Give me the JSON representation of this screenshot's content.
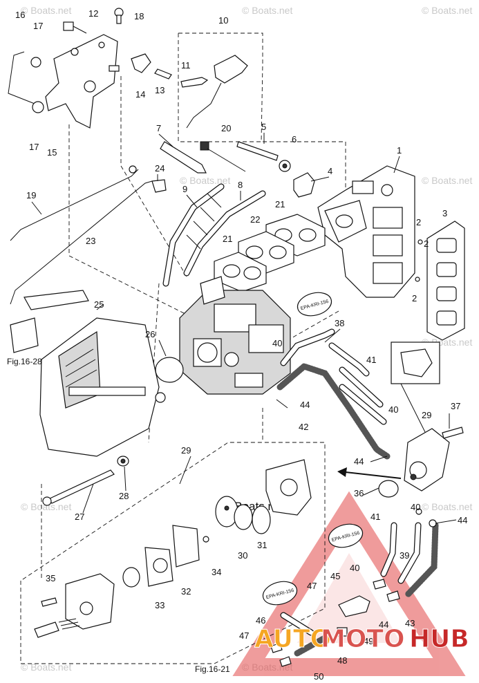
{
  "watermarks": [
    "© Boats.net",
    "© Boats.net",
    "© Boats.net",
    "© Boats.net",
    "© Boats.net",
    "© Boats.net",
    "© Boats.net",
    "© Boats.net",
    "© Boats.net",
    "© Boats.net"
  ],
  "center_watermark": "© Boats.net",
  "labels": [
    "1",
    "2",
    "2",
    "2",
    "3",
    "4",
    "5",
    "6",
    "7",
    "8",
    "9",
    "10",
    "11",
    "12",
    "13",
    "14",
    "15",
    "16",
    "17",
    "17",
    "18",
    "19",
    "20",
    "21",
    "21",
    "22",
    "23",
    "24",
    "25",
    "26",
    "27",
    "28",
    "29",
    "29",
    "30",
    "31",
    "32",
    "33",
    "34",
    "35",
    "36",
    "37",
    "38",
    "39",
    "40",
    "40",
    "40",
    "40",
    "41",
    "41",
    "42",
    "43",
    "44",
    "44",
    "44",
    "44",
    "45",
    "46",
    "47",
    "47",
    "48",
    "49",
    "50"
  ],
  "fig_refs": [
    "Fig.16-28",
    "Fig.16-21"
  ],
  "epa_tags": [
    "EPA-KRI-156",
    "EPA-KRI-156",
    "EPA-KRI-156"
  ],
  "logo": {
    "text_a": "AUTO",
    "text_b": "MOTO",
    "text_c": "HUB",
    "color_a": "#f5a623",
    "color_b": "#d9534f",
    "color_c": "#c62828"
  }
}
